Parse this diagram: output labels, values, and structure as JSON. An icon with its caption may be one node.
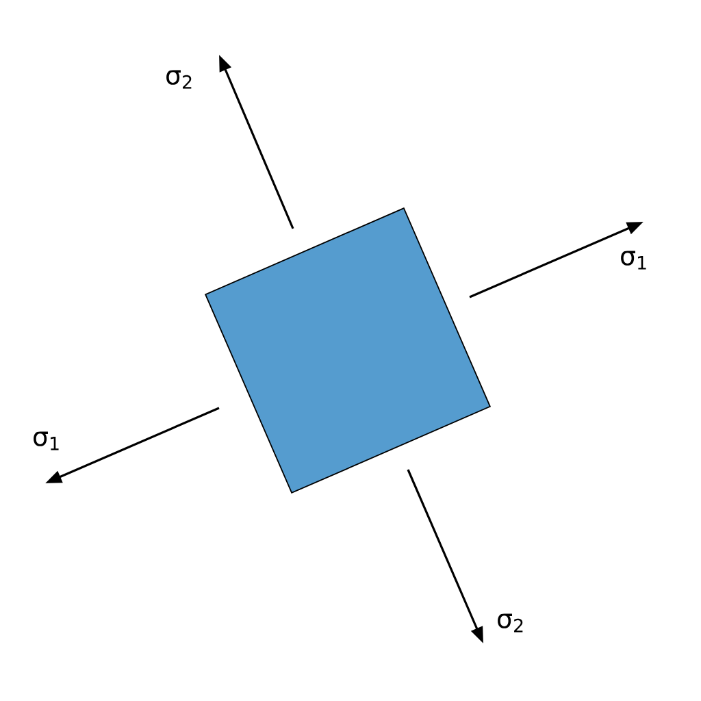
{
  "diagram": {
    "nodes": [
      {
        "text": [],
        "shape": "box"
      }
    ],
    "labels": [
      "σ$_{2}$",
      "σ$_{1}$",
      "σ$_{1}$",
      "σ$_{2}$"
    ]
  }
}
